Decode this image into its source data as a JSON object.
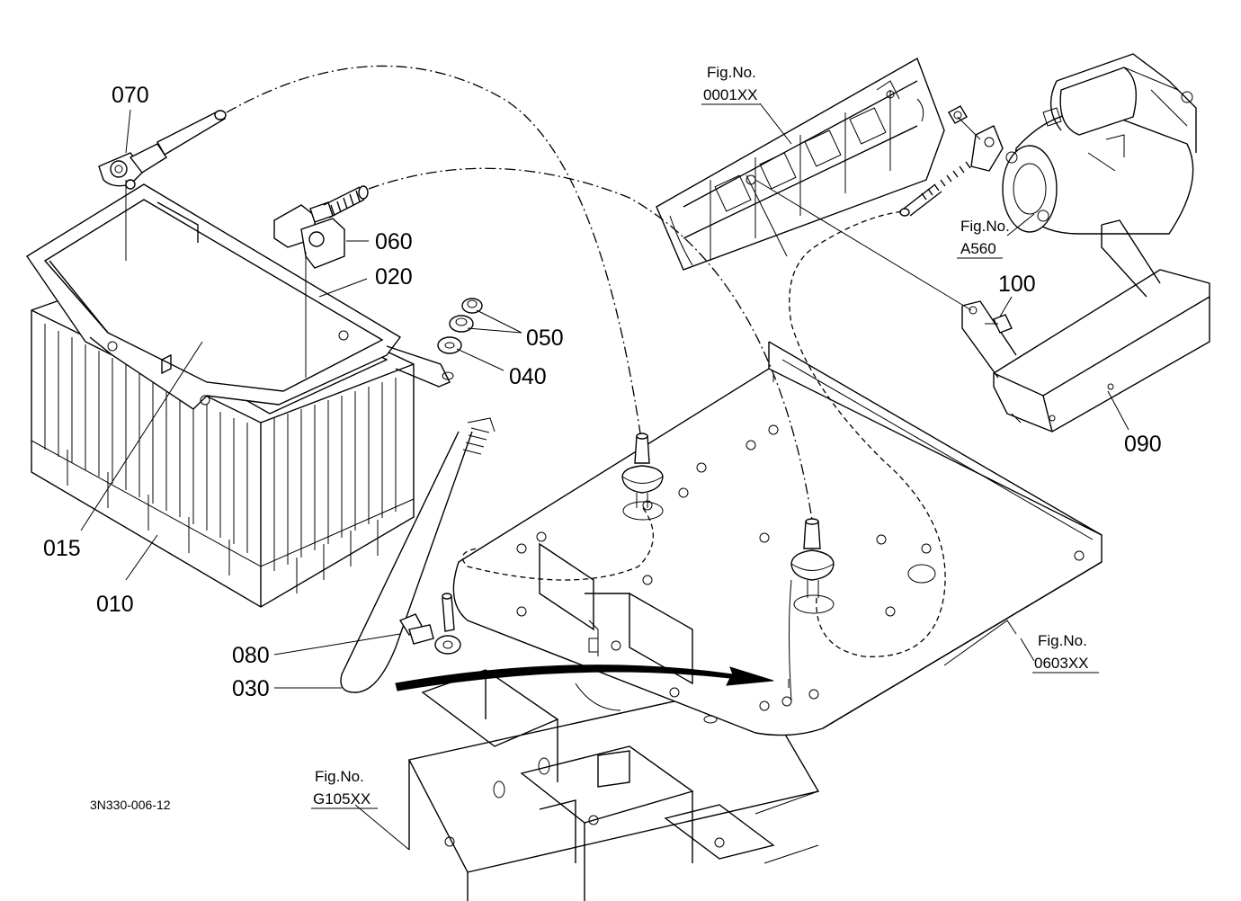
{
  "parts": {
    "p070": "070",
    "p060": "060",
    "p020": "020",
    "p050": "050",
    "p040": "040",
    "p015": "015",
    "p010": "010",
    "p080": "080",
    "p030": "030",
    "p100": "100",
    "p090": "090"
  },
  "figure_refs": {
    "fig_0001": {
      "label": "Fig.No.",
      "number": "0001XX"
    },
    "fig_a560": {
      "label": "Fig.No.",
      "number": "A560"
    },
    "fig_0603": {
      "label": "Fig.No.",
      "number": "0603XX"
    },
    "fig_g105": {
      "label": "Fig.No.",
      "number": "G105XX"
    }
  },
  "drawing_code": "3N330-006-12"
}
